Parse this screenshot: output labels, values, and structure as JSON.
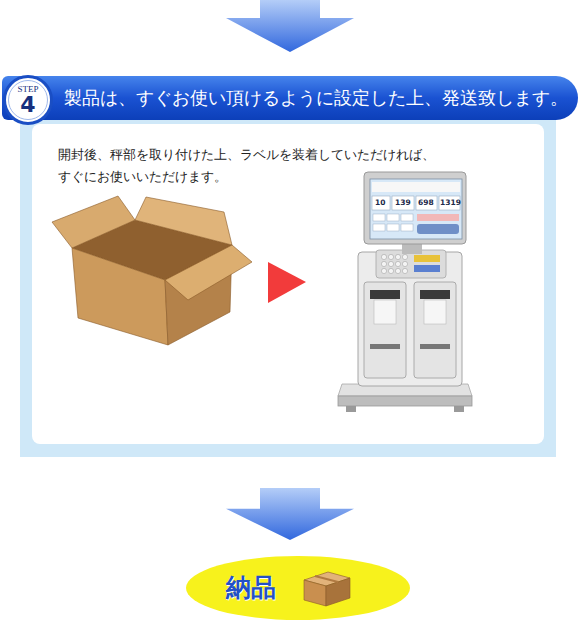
{
  "diagram": {
    "nodes": [
      {
        "text": [
          "製品は、すぐお使い頂けるように設定した上、発送致します。"
        ]
      },
      {
        "text": [
          "STEP",
          "4"
        ],
        "in": 0
      },
      {
        "text": [
          "開封後、秤部を取り付けた上、ラベルを装着していただければ、 すぐにお使いいただけます。"
        ]
      },
      {
        "text": [
          "納品"
        ]
      }
    ],
    "edges": [
      {
        "from": 2,
        "to": 3,
        "arrow": "to"
      }
    ],
    "labels": [
      "10",
      "139",
      "698",
      "1319"
    ]
  }
}
